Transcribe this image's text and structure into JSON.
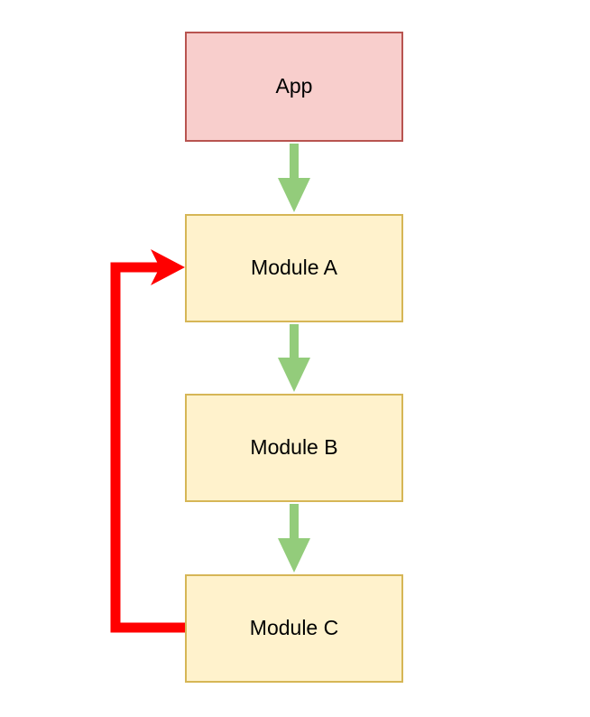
{
  "palette": {
    "background": "#ffffff",
    "text": "#000000",
    "app-fill": "#f8cecc",
    "app-stroke": "#b85450",
    "module-fill": "#fff2cc",
    "module-stroke": "#d6b656",
    "flow-arrow": "#93cc7b",
    "feedback-arrow": "#ff0000"
  },
  "diagram": {
    "nodes": [
      {
        "label": "App",
        "kind": "app"
      },
      {
        "label": "Module A",
        "kind": "module"
      },
      {
        "label": "Module B",
        "kind": "module"
      },
      {
        "label": "Module C",
        "kind": "module"
      }
    ],
    "edges": [
      {
        "from": "App",
        "to": "Module A",
        "style": "thick-green-arrow-down"
      },
      {
        "from": "Module A",
        "to": "Module B",
        "style": "thick-green-arrow-down"
      },
      {
        "from": "Module B",
        "to": "Module C",
        "style": "thick-green-arrow-down"
      },
      {
        "from": "Module C",
        "to": "Module A",
        "style": "red-feedback-loop-left"
      }
    ]
  }
}
